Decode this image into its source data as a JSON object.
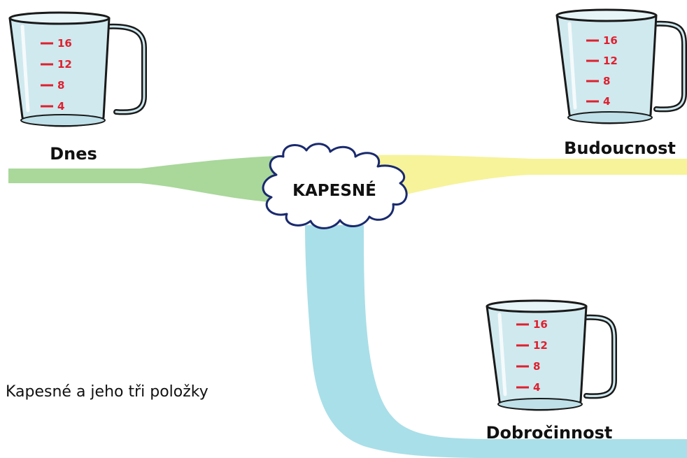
{
  "center": {
    "label": "KAPESNÉ"
  },
  "caption": "Kapesné a jeho tři položky",
  "jugs": [
    {
      "id": "dnes",
      "label": "Dnes",
      "marks": [
        "16",
        "12",
        "8",
        "4"
      ]
    },
    {
      "id": "budoucnost",
      "label": "Budoucnost",
      "marks": [
        "16",
        "12",
        "8",
        "4"
      ]
    },
    {
      "id": "dobrocinnost",
      "label": "Dobročinnost",
      "marks": [
        "16",
        "12",
        "8",
        "4"
      ]
    }
  ],
  "colors": {
    "dnes_stream": "#a9d89a",
    "budoucnost_stream": "#f6f39a",
    "dobrocinnost_stream": "#a9dfe8",
    "jug_water": "#cfe9ef",
    "jug_outline": "#1a1a1a",
    "tick_marks": "#e0202e",
    "cloud_fill": "#ffffff",
    "cloud_outline": "#1a2a6e"
  }
}
